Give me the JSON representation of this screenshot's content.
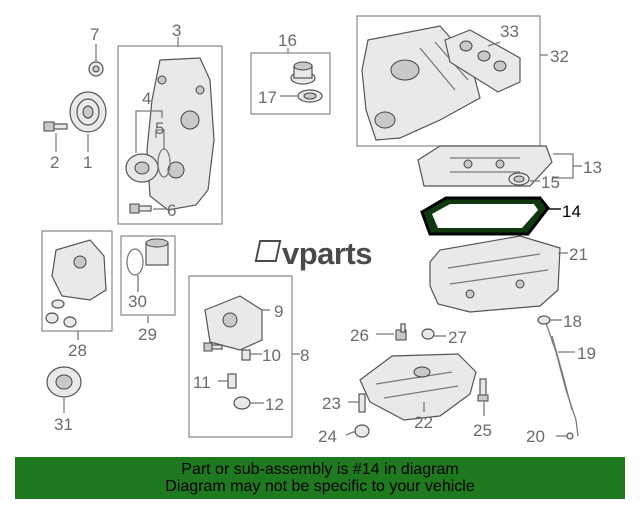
{
  "watermark": {
    "text": "vparts"
  },
  "callouts": {
    "c1": "1",
    "c2": "2",
    "c3": "3",
    "c4": "4",
    "c5": "5",
    "c6": "6",
    "c7": "7",
    "c8": "8",
    "c9": "9",
    "c10": "10",
    "c11": "11",
    "c12": "12",
    "c13": "13",
    "c14": "14",
    "c15": "15",
    "c16": "16",
    "c17": "17",
    "c18": "18",
    "c19": "19",
    "c20": "20",
    "c21": "21",
    "c22": "22",
    "c23": "23",
    "c24": "24",
    "c25": "25",
    "c26": "26",
    "c27": "27",
    "c28": "28",
    "c29": "29",
    "c30": "30",
    "c31": "31",
    "c32": "32",
    "c33": "33"
  },
  "highlighted_part": "14",
  "colors": {
    "banner": "#1f7a1f",
    "highlight": "#0f3a0f"
  },
  "banner": {
    "line1": "Part or sub-assembly is #14 in diagram",
    "line2": "Diagram may not be specific to your vehicle"
  }
}
